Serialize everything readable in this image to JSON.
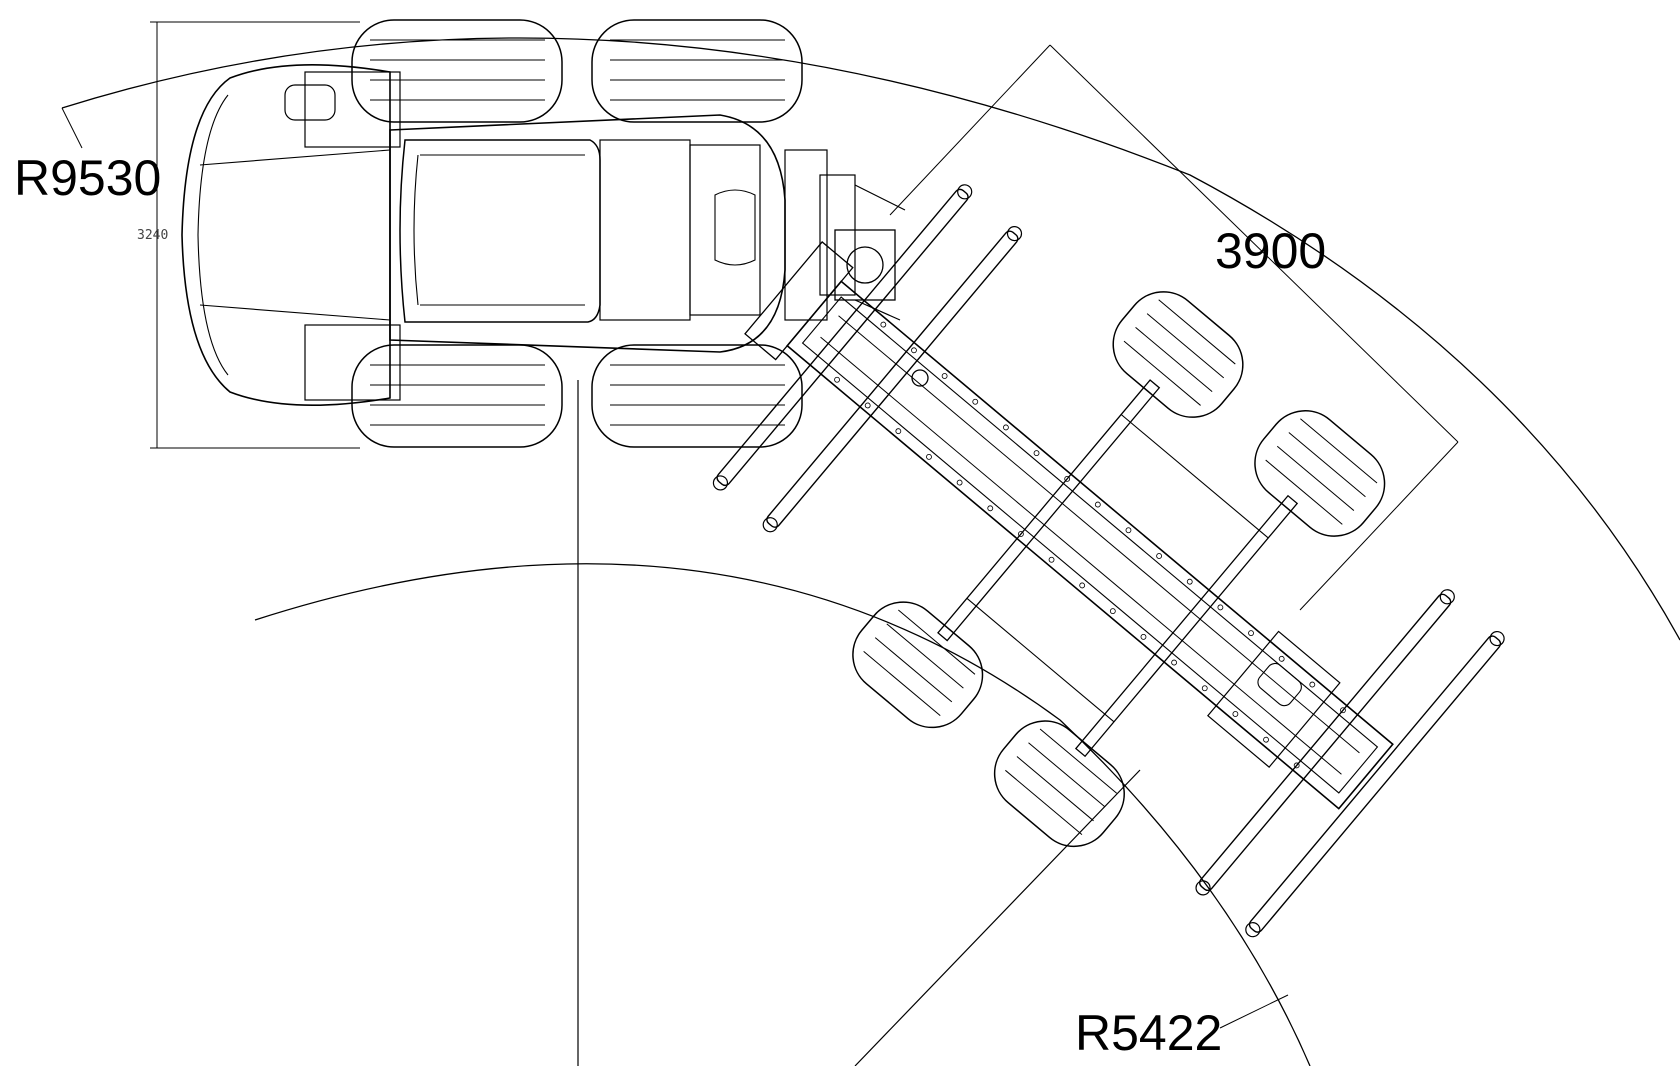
{
  "drawing": {
    "labels": {
      "outer_radius": "R9530",
      "inner_radius": "R5422",
      "rear_length": "3900",
      "front_width": "3240"
    }
  }
}
